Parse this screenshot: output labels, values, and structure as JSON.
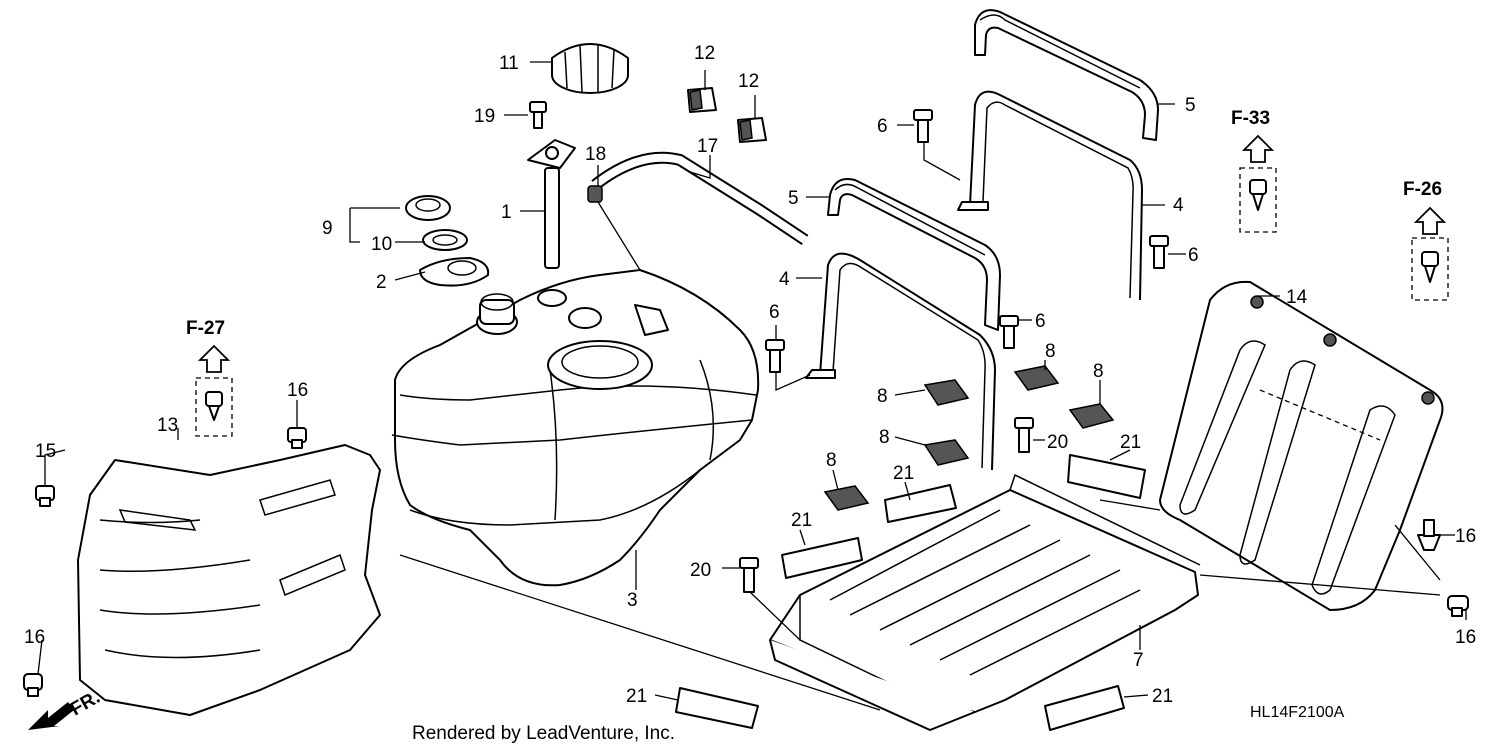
{
  "diagram": {
    "callouts": [
      {
        "id": "c1",
        "text": "1"
      },
      {
        "id": "c2",
        "text": "2"
      },
      {
        "id": "c3",
        "text": "3"
      },
      {
        "id": "c4a",
        "text": "4"
      },
      {
        "id": "c4b",
        "text": "4"
      },
      {
        "id": "c5a",
        "text": "5"
      },
      {
        "id": "c5b",
        "text": "5"
      },
      {
        "id": "c6a",
        "text": "6"
      },
      {
        "id": "c6b",
        "text": "6"
      },
      {
        "id": "c6c",
        "text": "6"
      },
      {
        "id": "c6d",
        "text": "6"
      },
      {
        "id": "c7",
        "text": "7"
      },
      {
        "id": "c8a",
        "text": "8"
      },
      {
        "id": "c8b",
        "text": "8"
      },
      {
        "id": "c8c",
        "text": "8"
      },
      {
        "id": "c8d",
        "text": "8"
      },
      {
        "id": "c8e",
        "text": "8"
      },
      {
        "id": "c9",
        "text": "9"
      },
      {
        "id": "c10",
        "text": "10"
      },
      {
        "id": "c11",
        "text": "11"
      },
      {
        "id": "c12a",
        "text": "12"
      },
      {
        "id": "c12b",
        "text": "12"
      },
      {
        "id": "c13",
        "text": "13"
      },
      {
        "id": "c14",
        "text": "14"
      },
      {
        "id": "c15",
        "text": "15"
      },
      {
        "id": "c16a",
        "text": "16"
      },
      {
        "id": "c16b",
        "text": "16"
      },
      {
        "id": "c16c",
        "text": "16"
      },
      {
        "id": "c16d",
        "text": "16"
      },
      {
        "id": "c17",
        "text": "17"
      },
      {
        "id": "c18",
        "text": "18"
      },
      {
        "id": "c19",
        "text": "19"
      },
      {
        "id": "c20a",
        "text": "20"
      },
      {
        "id": "c20b",
        "text": "20"
      },
      {
        "id": "c21a",
        "text": "21"
      },
      {
        "id": "c21b",
        "text": "21"
      },
      {
        "id": "c21c",
        "text": "21"
      },
      {
        "id": "c21d",
        "text": "21"
      },
      {
        "id": "c21e",
        "text": "21"
      }
    ],
    "references": [
      {
        "id": "r27",
        "text": "F-27"
      },
      {
        "id": "r33",
        "text": "F-33"
      },
      {
        "id": "r26",
        "text": "F-26"
      }
    ],
    "direction_label": "FR.",
    "footer_text": "Rendered by LeadVenture, Inc.",
    "drawing_code": "HL14F2100A"
  }
}
